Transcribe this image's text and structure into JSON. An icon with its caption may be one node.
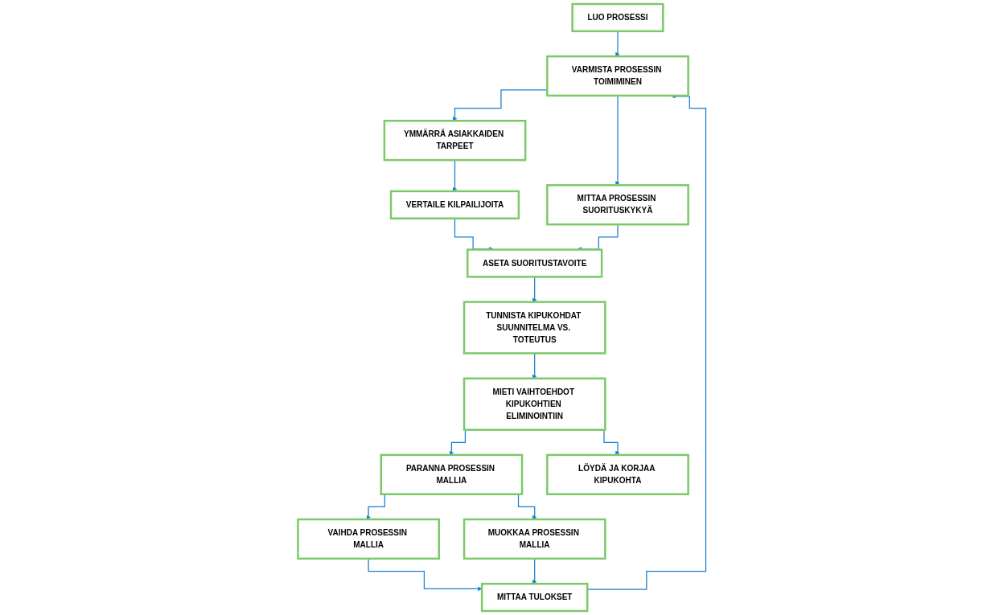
{
  "diagram": {
    "nodes": [
      {
        "text": [
          "LUO PROSESSI"
        ]
      },
      {
        "text": [
          "VARMISTA PROSESSIN TOIMIMINEN"
        ]
      },
      {
        "text": [
          "MITTAA TULOKSET"
        ]
      },
      {
        "text": [
          "YMMÄRRÄ ASIAKKAIDEN TARPEET"
        ]
      },
      {
        "text": [
          "MITTAA PROSESSIN SUORITUSKYKYÄ"
        ]
      },
      {
        "text": [
          "VAIHDA PROSESSIN MALLIA"
        ]
      },
      {
        "text": [
          "MUOKKAA PROSESSIN MALLIA"
        ]
      },
      {
        "text": [
          "VERTAILE KILPAILIJOITA"
        ]
      },
      {
        "text": [
          "PARANNA PROSESSIN MALLIA"
        ]
      },
      {
        "text": [
          "LÖYDÄ JA KORJAA KIPUKOHTA"
        ]
      },
      {
        "text": [
          "ASETA SUORITUSTAVOITE"
        ]
      },
      {
        "text": [
          "MIETI VAIHTOEHDOT KIPUKOHTIEN ELIMINOINTIIN"
        ]
      },
      {
        "text": [
          "TUNNISTA KIPUKOHDAT SUUNNITELMA VS. TOTEUTUS"
        ]
      }
    ],
    "edges": [
      {
        "from": 0,
        "to": 1,
        "arrow": "to"
      },
      {
        "from": 2,
        "to": 1,
        "arrow": "to"
      },
      {
        "from": 1,
        "to": 3,
        "arrow": "to"
      },
      {
        "from": 1,
        "to": 4,
        "arrow": "to"
      },
      {
        "from": 3,
        "to": 7,
        "arrow": "to"
      },
      {
        "from": 7,
        "to": 10,
        "arrow": "to"
      },
      {
        "from": 4,
        "to": 10,
        "arrow": "to"
      },
      {
        "from": 10,
        "to": 12,
        "arrow": "to"
      },
      {
        "from": 12,
        "to": 11,
        "arrow": "to"
      },
      {
        "from": 11,
        "to": 8,
        "arrow": "to"
      },
      {
        "from": 11,
        "to": 9,
        "arrow": "to"
      },
      {
        "from": 8,
        "to": 5,
        "arrow": "to"
      },
      {
        "from": 8,
        "to": 6,
        "arrow": "to"
      },
      {
        "from": 5,
        "to": 2,
        "arrow": "to"
      },
      {
        "from": 6,
        "to": 2,
        "arrow": "to"
      }
    ]
  }
}
